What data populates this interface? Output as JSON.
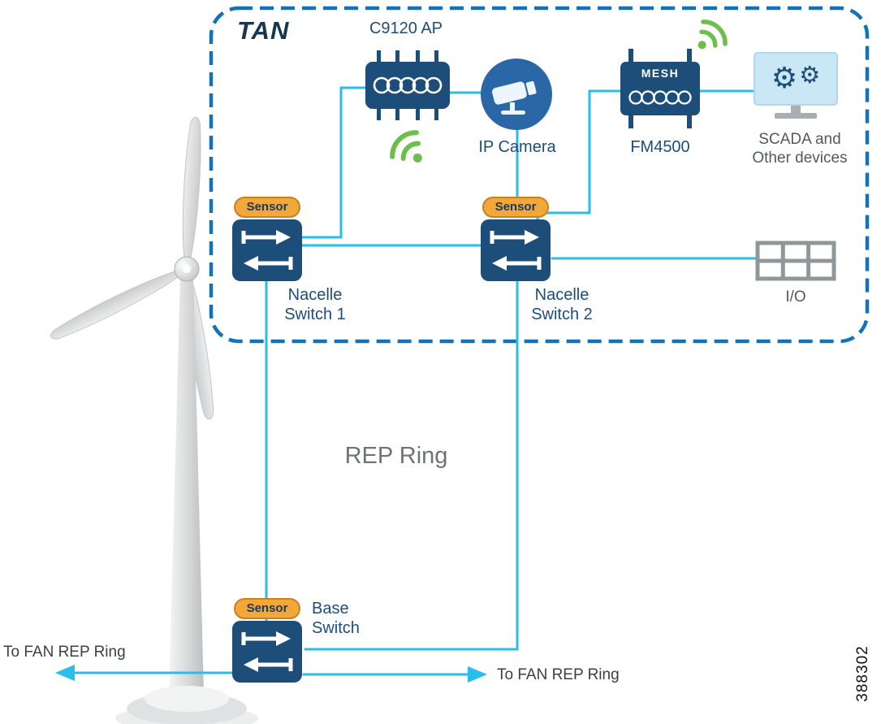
{
  "tan": {
    "label": "TAN"
  },
  "icons": {
    "gear": "⚙"
  },
  "nodes": {
    "ap": {
      "label": "C9120 AP"
    },
    "camera": {
      "label": "IP Camera"
    },
    "mesh": {
      "device_text": "MESH",
      "label": "FM4500"
    },
    "scada": {
      "label": "SCADA and\nOther devices"
    },
    "io": {
      "label": "I/O"
    },
    "switch1": {
      "badge": "Sensor",
      "label": "Nacelle\nSwitch 1"
    },
    "switch2": {
      "badge": "Sensor",
      "label": "Nacelle\nSwitch 2"
    },
    "base_switch": {
      "badge": "Sensor",
      "label": "Base\nSwitch"
    }
  },
  "annotations": {
    "rep_ring": "REP Ring",
    "fan_left": "To FAN REP Ring",
    "fan_right": "To FAN REP Ring",
    "figure_number": "388302"
  },
  "colors": {
    "connection_cyan": "#29BDEA",
    "tan_border_blue": "#1273B8",
    "device_navy": "#1D4E7A",
    "sensor_orange": "#F2A73A",
    "wifi_green": "#6CBF4B",
    "camera_blue": "#2A67A7",
    "neutral_gray": "#8F979B"
  }
}
